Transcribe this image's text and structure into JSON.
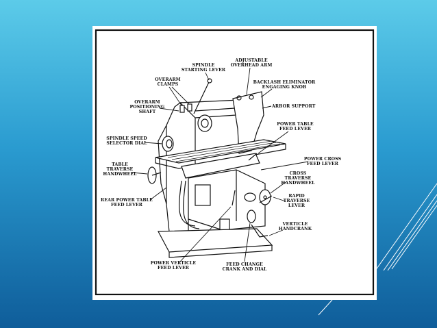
{
  "labels": {
    "spindle_lever": [
      "SPINDLE",
      "STARTING LEVER"
    ],
    "overhead_arm": [
      "ADJUSTABLE",
      "OVERHEAD ARM"
    ],
    "overarm_clamps": [
      "OVERARM",
      "CLAMPS"
    ],
    "backlash": [
      "BACKLASH ELIMINATOR",
      "ENGAGING KNOB"
    ],
    "overarm_shaft": [
      "OVERARM",
      "POSITIONING",
      "SHAFT"
    ],
    "arbor_support": [
      "ARBOR SUPPORT"
    ],
    "power_table_feed": [
      "POWER TABLE",
      "FEED LEVER"
    ],
    "spindle_speed": [
      "SPINDLE SPEED",
      "SELECTOR DIAL"
    ],
    "power_cross": [
      "POWER CROSS",
      "FEED LEVER"
    ],
    "table_traverse": [
      "TABLE",
      "TRAVERSE",
      "HANDWHEEL"
    ],
    "cross_traverse": [
      "CROSS",
      "TRAVERSE",
      "HANDWHEEL"
    ],
    "rapid_traverse": [
      "RAPID",
      "TRAVERSE",
      "LEVER"
    ],
    "rear_power": [
      "REAR POWER TABLE",
      "FEED LEVER"
    ],
    "vertical_handcrank": [
      "VERTICLE",
      "HANDCRANK"
    ],
    "power_vertical": [
      "POWER VERTICLE",
      "FEED LEVER"
    ],
    "feed_change": [
      "FEED CHANGE",
      "CRANK AND DIAL"
    ]
  },
  "colors": {
    "background_top": "#5ccbe9",
    "background_bottom": "#0f5d9a",
    "frame": "#ffffff",
    "ink": "#111111",
    "deco_lines": "#ffffff"
  }
}
